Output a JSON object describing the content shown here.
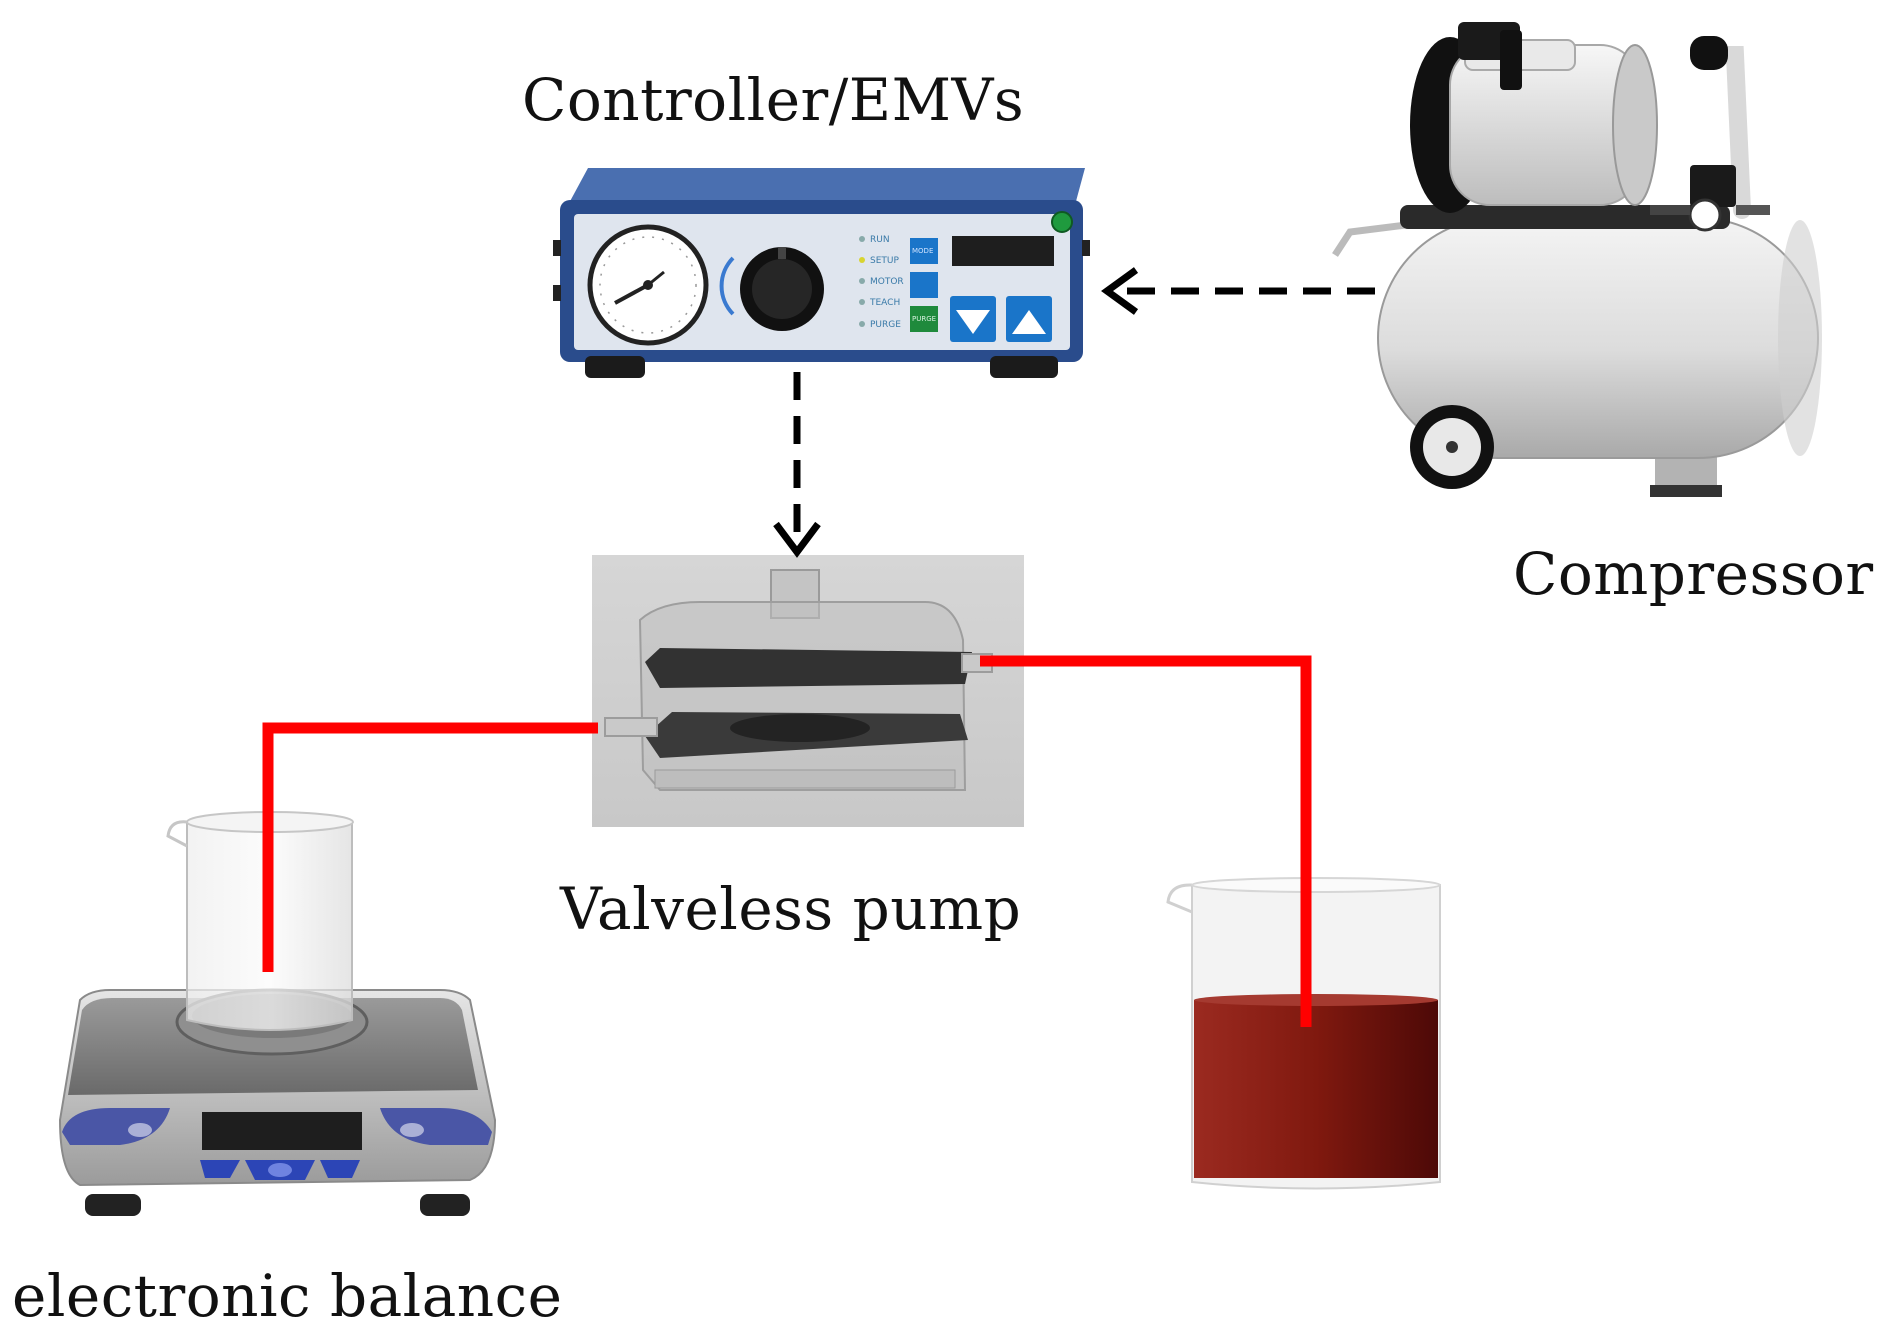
{
  "labels": {
    "controller": "Controller/EMVs",
    "compressor": "Compressor",
    "pump": "Valveless pump",
    "balance": "electronic balance"
  },
  "controller_panel": {
    "leds": [
      "RUN",
      "SETUP",
      "MOTOR",
      "TEACH",
      "PURGE"
    ],
    "buttons": [
      "MODE",
      "",
      "PURGE"
    ]
  },
  "colors": {
    "tube": "#ff0000",
    "panel_frame": "#2a4c8c",
    "panel_face": "#dfe5ee",
    "key_blue": "#1a75c9",
    "key_green": "#1f8a3c",
    "liquid": "#8a1f14",
    "arrow": "#000000"
  },
  "icons": {
    "controller": "controller-device-icon",
    "compressor": "air-compressor-icon",
    "pump": "valveless-pump-icon",
    "balance": "electronic-balance-icon",
    "empty_beaker": "empty-beaker-icon",
    "liquid_beaker": "liquid-beaker-icon"
  }
}
